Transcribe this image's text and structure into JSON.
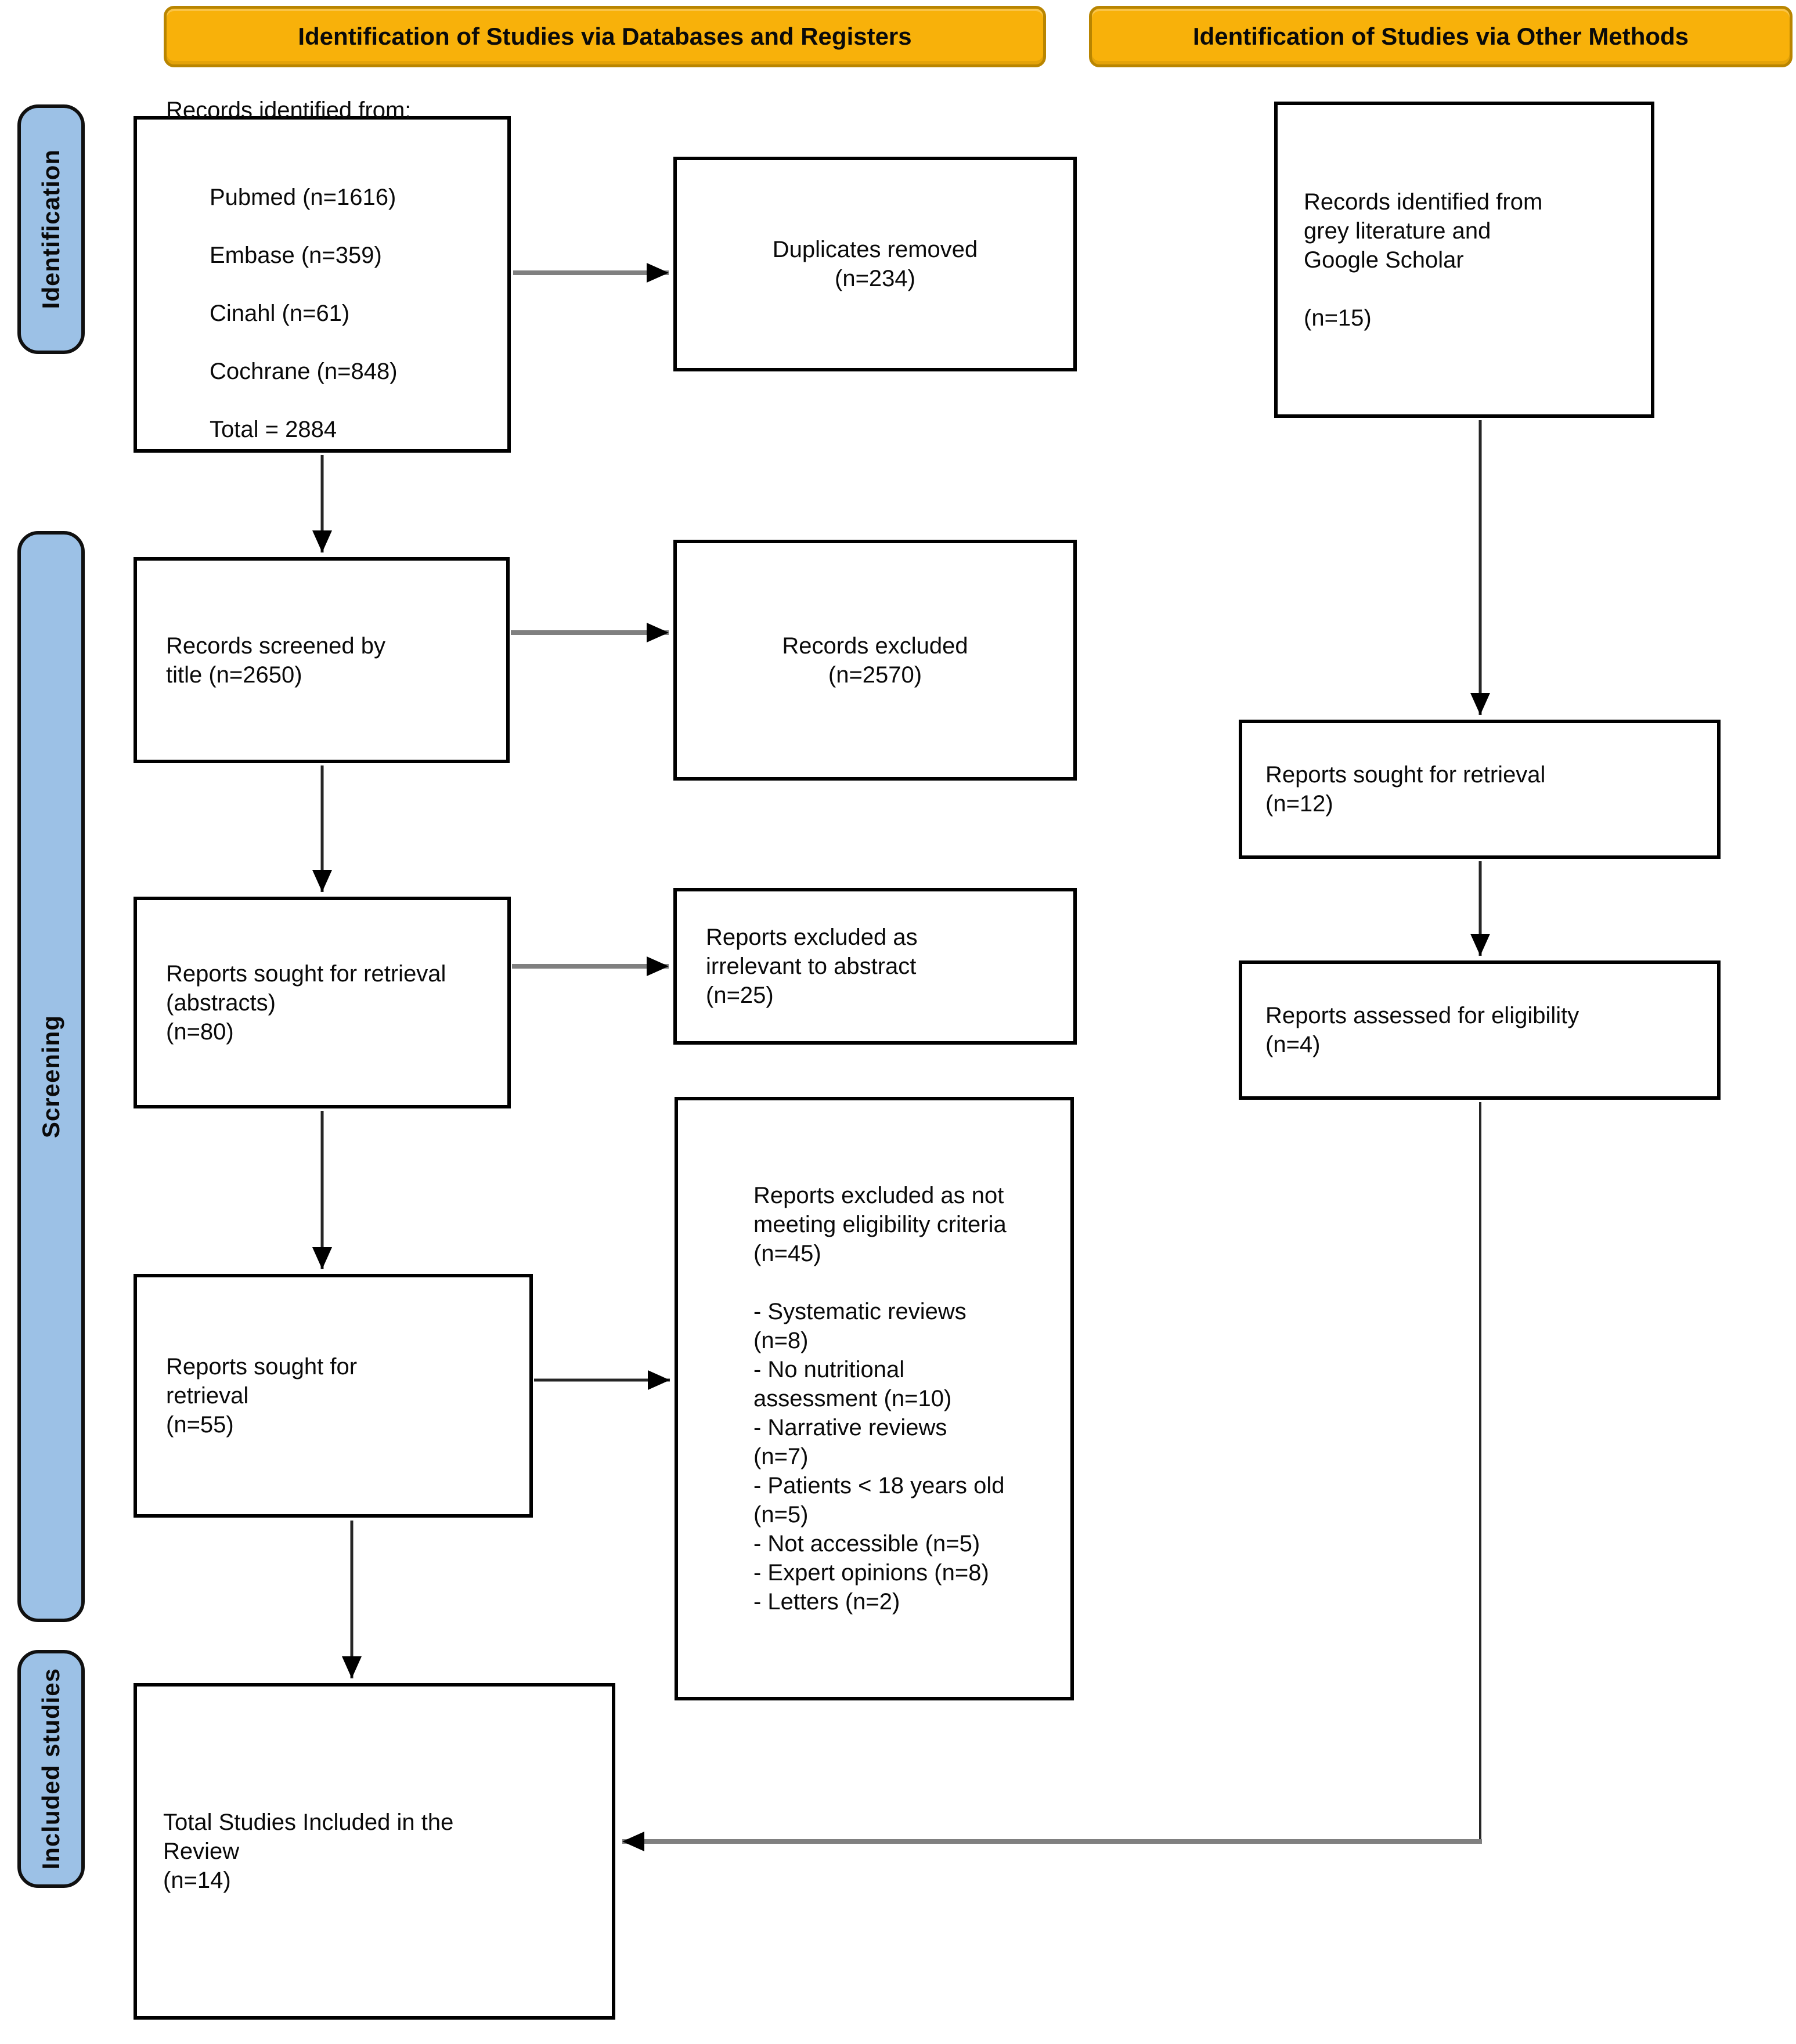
{
  "headers": {
    "databases": "Identification of Studies via Databases and Registers",
    "other_methods": "Identification of Studies via Other Methods"
  },
  "sidebar": {
    "identification": "Identification",
    "screening": "Screening",
    "included_studies": "Included studies"
  },
  "boxes": {
    "records_identified": {
      "title": "Records identified from:",
      "items": [
        "Pubmed (n=1616)",
        "Embase (n=359)",
        "Cinahl (n=61)",
        "Cochrane (n=848)",
        "Total = 2884"
      ]
    },
    "duplicates_removed": "Duplicates removed\n(n=234)",
    "grey_literature": "Records identified from\ngrey literature and\nGoogle Scholar\n\n(n=15)",
    "records_screened": "Records screened by\ntitle (n=2650)",
    "records_excluded": "Records excluded\n(n=2570)",
    "reports_sought_abstracts": "Reports sought for retrieval\n(abstracts)\n(n=80)",
    "reports_excluded_irrelevant": "Reports excluded as\nirrelevant to abstract\n(n=25)",
    "reports_sought_other_methods": "Reports sought for retrieval\n(n=12)",
    "reports_assessed_eligibility": "Reports assessed for eligibility\n(n=4)",
    "reports_sought_retrieval": "Reports sought for\nretrieval\n(n=55)",
    "reports_excluded_criteria": {
      "title": "Reports excluded as not\nmeeting eligibility criteria\n(n=45)",
      "items": [
        "- Systematic reviews\n(n=8)",
        "- No nutritional\nassessment (n=10)",
        "- Narrative reviews\n(n=7)",
        "- Patients < 18 years old\n(n=5)",
        "- Not accessible (n=5)",
        "- Expert opinions (n=8)",
        "- Letters (n=2)"
      ]
    },
    "total_included": "Total Studies Included in the\nReview\n(n=14)"
  },
  "colors": {
    "header_fill": "#F8B10A",
    "header_border": "#B98500",
    "sidebar_fill": "#9CC1E6",
    "sidebar_border": "#101010",
    "box_border": "#000000",
    "arrow_gray": "#808080",
    "arrow_dark": "#262626"
  }
}
